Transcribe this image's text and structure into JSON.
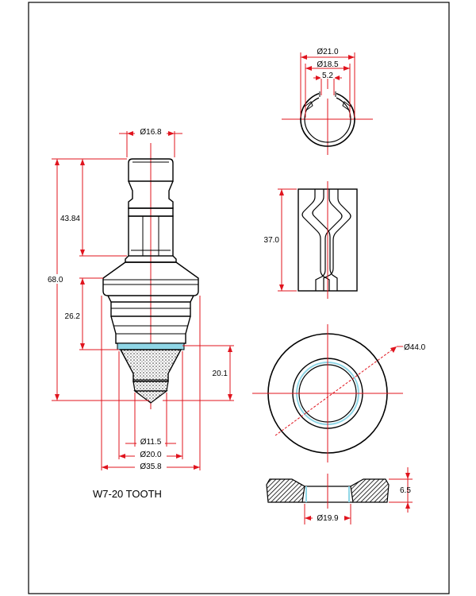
{
  "title": "W7-20 TOOTH",
  "dimensions": {
    "clip_outer_dia": "Ø21.0",
    "clip_inner_dia": "Ø18.5",
    "clip_gap": "5.2",
    "shank_dia": "Ø16.8",
    "shank_length": "43.84",
    "total_length": "68.0",
    "body_length": "26.2",
    "tip_length": "20.1",
    "tip_dia": "Ø11.5",
    "carbide_dia": "Ø20.0",
    "body_dia": "Ø35.8",
    "sleeve_length": "37.0",
    "washer_outer_dia": "Ø44.0",
    "washer_thickness": "6.5",
    "washer_inner_dia": "Ø19.9"
  },
  "colors": {
    "dimension": "#e0141e",
    "outline": "#000000",
    "highlight": "#8fd6e6"
  }
}
